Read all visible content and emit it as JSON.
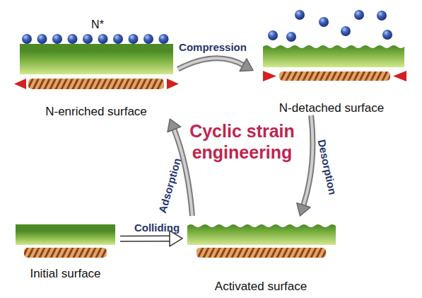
{
  "diagram": {
    "nodes": [
      {
        "text": [
          "N-enriched surface"
        ]
      },
      {
        "text": [
          "N-detached surface"
        ]
      },
      {
        "text": [
          "Initial surface"
        ]
      },
      {
        "text": [
          "Activated surface"
        ]
      }
    ],
    "edges": [
      {
        "from": 0,
        "to": 1,
        "arrow": "to",
        "label": "Compression"
      },
      {
        "from": 1,
        "to": 3,
        "arrow": "to",
        "label": "Desorption"
      },
      {
        "from": 3,
        "to": 0,
        "arrow": "to",
        "label": "Adsorption"
      },
      {
        "from": 2,
        "to": 3,
        "arrow": "to",
        "label": "Colliding"
      }
    ],
    "labels": [
      "N*",
      "Cyclic strain engineering"
    ]
  }
}
